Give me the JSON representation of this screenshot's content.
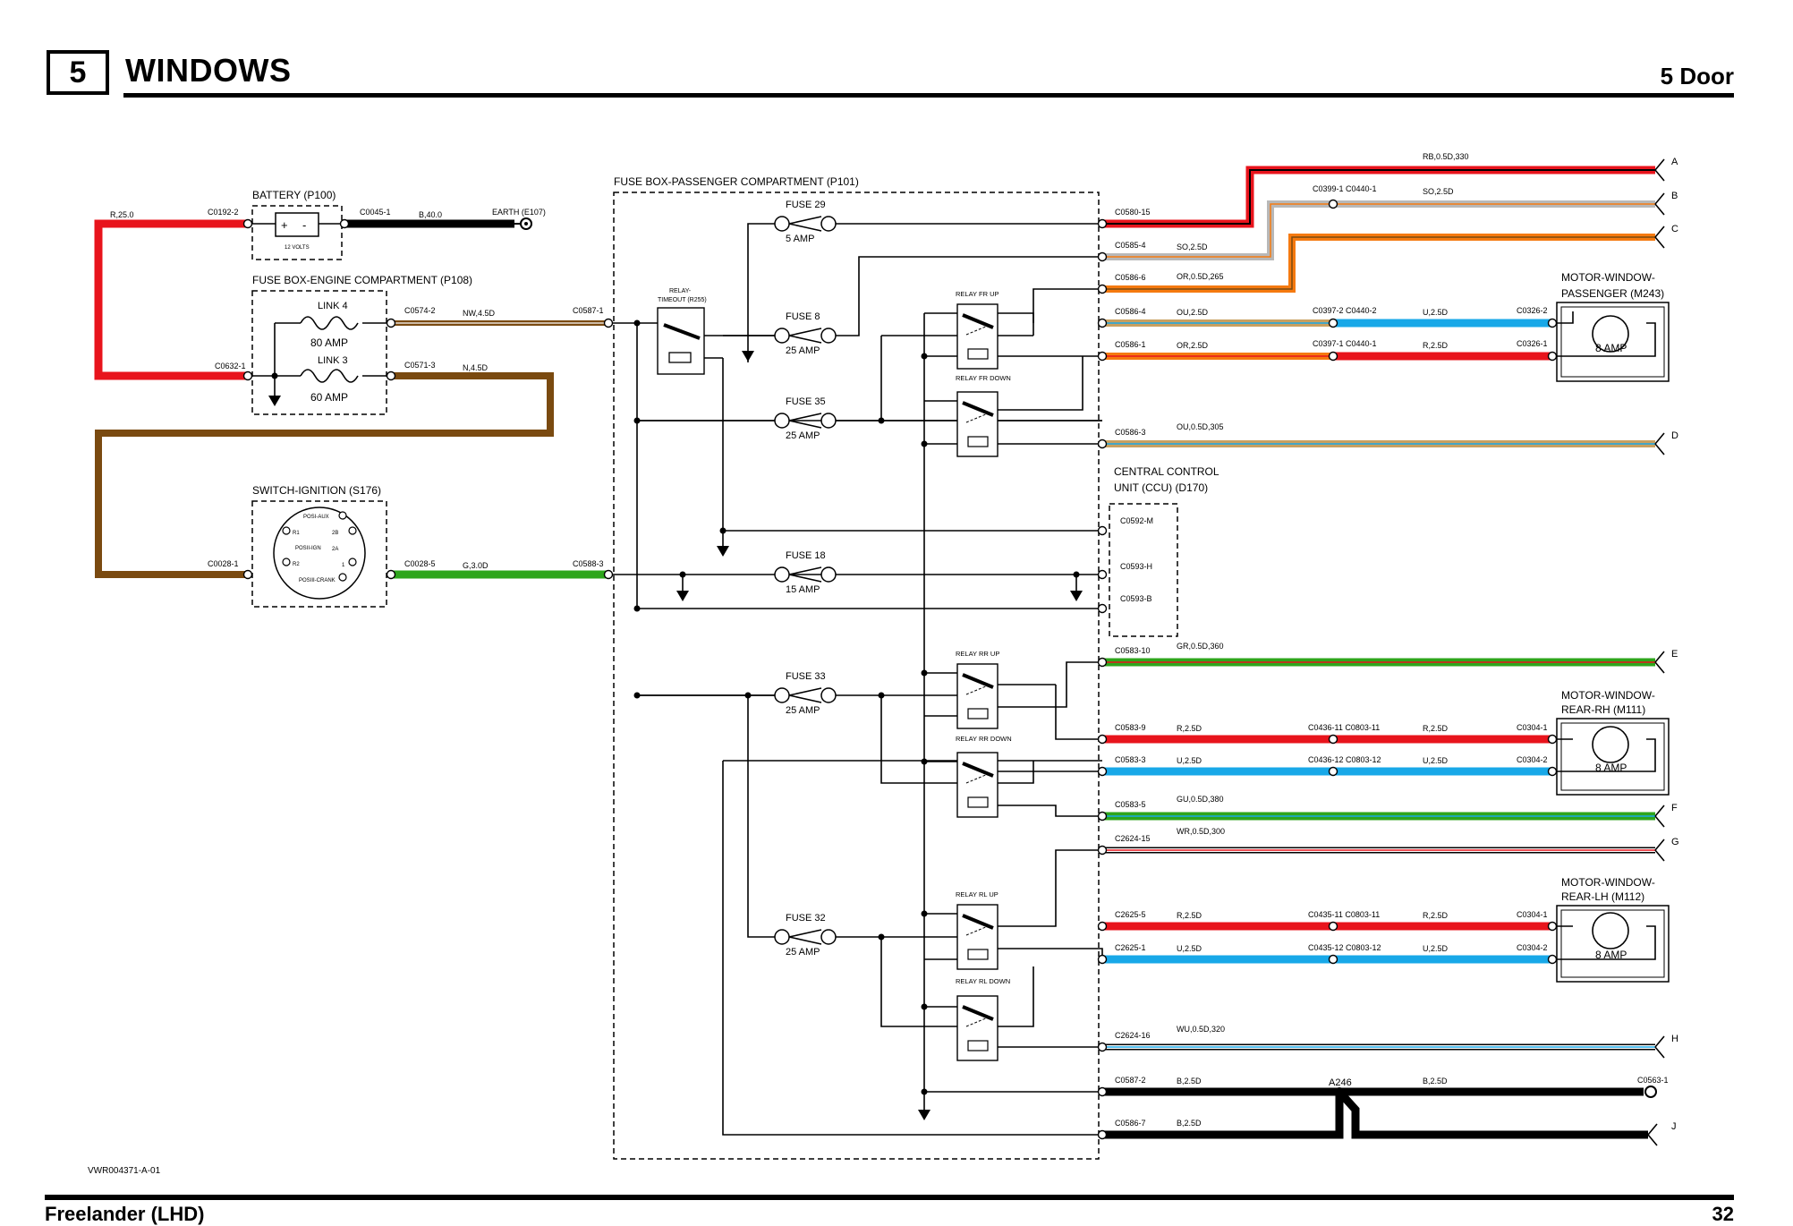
{
  "header": {
    "section_number": "5",
    "title": "WINDOWS",
    "variant": "5 Door"
  },
  "footer": {
    "model": "Freelander (LHD)",
    "page": "32",
    "doc_ref": "VWR004371-A-01"
  },
  "components": {
    "battery": {
      "title": "BATTERY (P100)",
      "voltage": "12 VOLTS",
      "plus": "+",
      "minus": "-"
    },
    "earth": "EARTH (E107)",
    "fusebox_engine": {
      "title": "FUSE BOX-ENGINE COMPARTMENT (P108)",
      "link4": "LINK 4",
      "link4_rating": "80 AMP",
      "link3": "LINK 3",
      "link3_rating": "60 AMP"
    },
    "ignition": {
      "title": "SWITCH-IGNITION (S176)",
      "pos_aux": "POSI-AUX",
      "pos_ign": "POSII-IGN",
      "pos_crank": "POSIII-CRANK",
      "t2b": "2B",
      "t2a": "2A",
      "t1": "1",
      "tr1": "R1",
      "tr2": "R2"
    },
    "fusebox_pass": {
      "title": "FUSE BOX-PASSENGER COMPARTMENT (P101)"
    },
    "relay_timeout": {
      "line1": "RELAY-",
      "line2": "TIMEOUT (R255)"
    },
    "fuses": [
      {
        "name": "FUSE 29",
        "rating": "5 AMP"
      },
      {
        "name": "FUSE 8",
        "rating": "25 AMP"
      },
      {
        "name": "FUSE 35",
        "rating": "25 AMP"
      },
      {
        "name": "FUSE 18",
        "rating": "15 AMP"
      },
      {
        "name": "FUSE 33",
        "rating": "25 AMP"
      },
      {
        "name": "FUSE 32",
        "rating": "25 AMP"
      }
    ],
    "relays": [
      "RELAY FR UP",
      "RELAY FR DOWN",
      "RELAY RR UP",
      "RELAY RR DOWN",
      "RELAY RL UP",
      "RELAY RL DOWN"
    ],
    "ccu": {
      "line1": "CENTRAL CONTROL",
      "line2": "UNIT (CCU) (D170)",
      "pins": [
        "C0592-M",
        "C0593-H",
        "C0593-B"
      ]
    },
    "motor_passenger": {
      "line1": "MOTOR-WINDOW-",
      "line2": "PASSENGER (M243)",
      "rating": "8 AMP"
    },
    "motor_rear_rh": {
      "line1": "MOTOR-WINDOW-",
      "line2": "REAR-RH (M111)",
      "rating": "8 AMP"
    },
    "motor_rear_lh": {
      "line1": "MOTOR-WINDOW-",
      "line2": "REAR-LH (M112)",
      "rating": "8 AMP"
    },
    "splice": "A246"
  },
  "connectors": {
    "c0192_2": "C0192-2",
    "c0045_1": "C0045-1",
    "c0632_1": "C0632-1",
    "c0574_2": "C0574-2",
    "c0571_3": "C0571-3",
    "c0587_1": "C0587-1",
    "c0028_1": "C0028-1",
    "c0028_5": "C0028-5",
    "c0588_3": "C0588-3",
    "right": [
      "C0580-15",
      "C0585-4",
      "C0586-6",
      "C0586-4",
      "C0586-1",
      "C0586-3",
      "C0583-10",
      "C0583-9",
      "C0583-3",
      "C0583-5",
      "C2624-15",
      "C2625-5",
      "C2625-1",
      "C2624-16",
      "C0587-2",
      "C0586-7"
    ],
    "mid": {
      "c0399_c0440": "C0399-1 C0440-1",
      "c0397_2": "C0397-2 C0440-2",
      "c0397_1": "C0397-1 C0440-1",
      "c0436_11": "C0436-11 C0803-11",
      "c0436_12": "C0436-12 C0803-12",
      "c0435_11": "C0435-11 C0803-11",
      "c0435_12": "C0435-12 C0803-12",
      "c0326_2": "C0326-2",
      "c0326_1": "C0326-1",
      "c0304_1a": "C0304-1",
      "c0304_2": "C0304-2",
      "c0304_1b": "C0304-1",
      "c0304_2b": "C0304-2",
      "c0563_1": "C0563-1"
    }
  },
  "wires": {
    "r25": "R,25.0",
    "b40": "B,40.0",
    "nw45": "NW,4.5D",
    "n45": "N,4.5D",
    "g30": "G,3.0D",
    "rb": "RB,0.5D,330",
    "so_top": "SO,2.5D",
    "so": "SO,2.5D",
    "or265": "OR,0.5D,265",
    "ou25": "OU,2.5D",
    "u25a": "U,2.5D",
    "or25": "OR,2.5D",
    "r25a": "R,2.5D",
    "ou305": "OU,0.5D,305",
    "gr360": "GR,0.5D,360",
    "r25b": "R,2.5D",
    "r25c": "R,2.5D",
    "u25b": "U,2.5D",
    "u25c": "U,2.5D",
    "gu380": "GU,0.5D,380",
    "wr300": "WR,0.5D,300",
    "r25d": "R,2.5D",
    "r25e": "R,2.5D",
    "u25d": "U,2.5D",
    "u25e": "U,2.5D",
    "wu320": "WU,0.5D,320",
    "b25a": "B,2.5D",
    "b25b": "B,2.5D",
    "b25c": "B,2.5D"
  },
  "endpoints": [
    "A",
    "B",
    "C",
    "D",
    "E",
    "F",
    "G",
    "H",
    "J"
  ],
  "colors": {
    "red": "#e8141c",
    "black": "#000000",
    "brown": "#7a4a10",
    "green": "#2ea61c",
    "orange": "#f57a10",
    "tan": "#c8a060",
    "blue": "#18a8e8",
    "grey": "#b8b8b8",
    "white": "#ffffff"
  }
}
